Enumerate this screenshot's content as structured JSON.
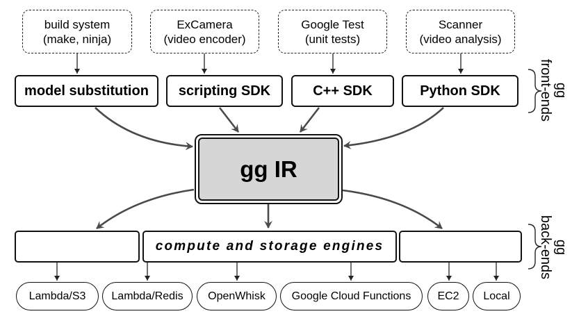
{
  "applications": [
    {
      "line1": "build system",
      "line2": "(make, ninja)"
    },
    {
      "line1": "ExCamera",
      "line2": "(video encoder)"
    },
    {
      "line1": "Google Test",
      "line2": "(unit tests)"
    },
    {
      "line1": "Scanner",
      "line2": "(video analysis)"
    }
  ],
  "front_ends": [
    {
      "label": "model substitution"
    },
    {
      "label": "scripting SDK"
    },
    {
      "label": "C++ SDK"
    },
    {
      "label": "Python SDK"
    }
  ],
  "core": {
    "label": "gg IR"
  },
  "engines_bar": {
    "label": "compute and storage engines"
  },
  "back_ends": [
    {
      "label": "Lambda/S3"
    },
    {
      "label": "Lambda/Redis"
    },
    {
      "label": "OpenWhisk"
    },
    {
      "label": "Google Cloud Functions"
    },
    {
      "label": "EC2"
    },
    {
      "label": "Local"
    }
  ],
  "group_labels": {
    "front_ends": {
      "line1": "gg",
      "line2": "front-ends"
    },
    "back_ends": {
      "line1": "gg",
      "line2": "back-ends"
    }
  },
  "colors": {
    "ir_fill": "#d6d6d6",
    "arrow": "#4a4a4a",
    "border": "#111111"
  }
}
